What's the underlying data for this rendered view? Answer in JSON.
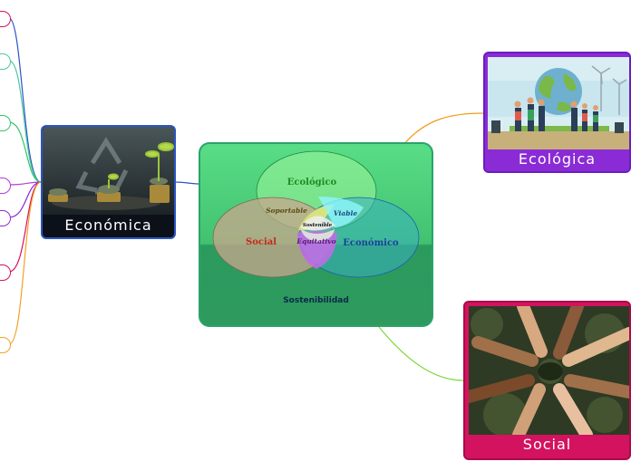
{
  "central": {
    "title": "Sostenibilidad",
    "venn": {
      "circle1": "Ecológico",
      "circle2": "Social",
      "circle3": "Económico",
      "overlap_eco_social": "Soportable",
      "overlap_eco_econ": "Viable",
      "overlap_social_econ": "Equitativo",
      "center": "Sostenible"
    }
  },
  "branches": {
    "economica": "Económica",
    "ecologica": "Ecológica",
    "social": "Social"
  },
  "colors": {
    "economica_border": "#2b55c4",
    "ecologica_fill": "#8a2bd6",
    "social_fill": "#d3135f",
    "central_fill": "#42c270"
  }
}
